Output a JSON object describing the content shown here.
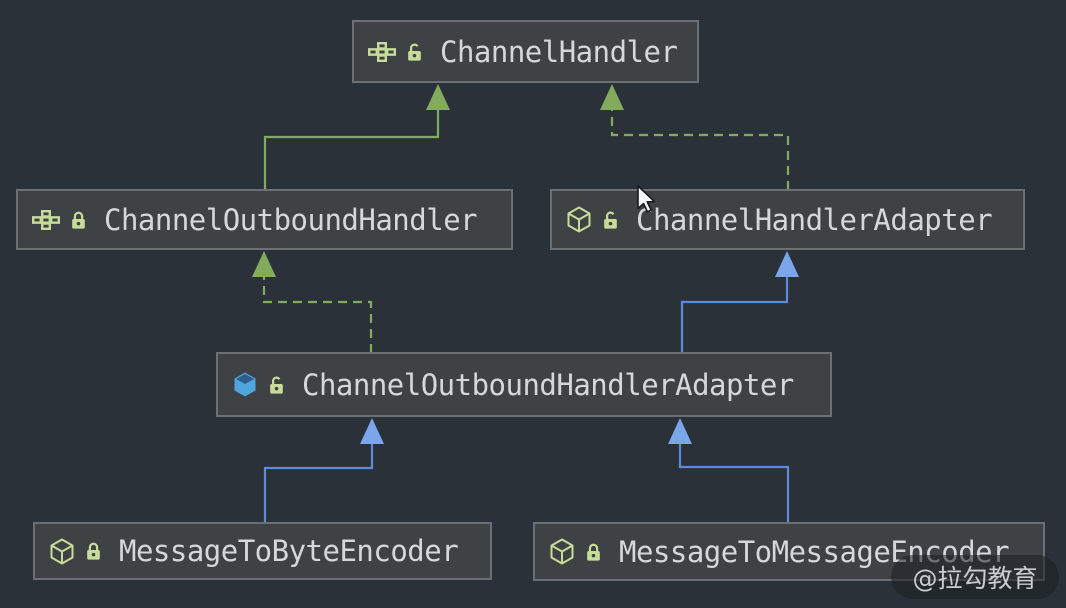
{
  "nodes": [
    {
      "label": "ChannelHandler",
      "kind": "interface",
      "icon": "interface-icon",
      "lock": "unlocked"
    },
    {
      "label": "ChannelOutboundHandler",
      "kind": "interface",
      "icon": "interface-icon",
      "lock": "locked"
    },
    {
      "label": "ChannelHandlerAdapter",
      "kind": "class",
      "icon": "class-icon",
      "lock": "unlocked"
    },
    {
      "label": "ChannelOutboundHandlerAdapter",
      "kind": "class",
      "icon": "class-icon-selected",
      "lock": "unlocked"
    },
    {
      "label": "MessageToByteEncoder",
      "kind": "class",
      "icon": "class-icon",
      "lock": "locked"
    },
    {
      "label": "MessageToMessageEncoder",
      "kind": "class",
      "icon": "class-icon",
      "lock": "locked"
    }
  ],
  "edges": [
    {
      "from": "ChannelOutboundHandler",
      "to": "ChannelHandler",
      "relationship": "extends",
      "line": "solid",
      "color": "green"
    },
    {
      "from": "ChannelHandlerAdapter",
      "to": "ChannelHandler",
      "relationship": "implements",
      "line": "dashed",
      "color": "green"
    },
    {
      "from": "ChannelOutboundHandlerAdapter",
      "to": "ChannelOutboundHandler",
      "relationship": "implements",
      "line": "dashed",
      "color": "green"
    },
    {
      "from": "ChannelOutboundHandlerAdapter",
      "to": "ChannelHandlerAdapter",
      "relationship": "extends",
      "line": "solid",
      "color": "blue"
    },
    {
      "from": "MessageToByteEncoder",
      "to": "ChannelOutboundHandlerAdapter",
      "relationship": "extends",
      "line": "solid",
      "color": "blue"
    },
    {
      "from": "MessageToMessageEncoder",
      "to": "ChannelOutboundHandlerAdapter",
      "relationship": "extends",
      "line": "solid",
      "color": "blue"
    }
  ],
  "watermark": {
    "text": "@拉勾教育"
  },
  "theme": {
    "bg": "#2b3138",
    "node-fill": "#3f4245",
    "node-border": "#6b7074",
    "text": "#d4d8dc",
    "line-green": "#82ab5e",
    "icon-green": "#c8dc9a",
    "line-blue": "#5a8cdb",
    "arrow-blue": "#7ca6ea",
    "icon-blue": "#4fa5dc",
    "icon-blue-dark": "#2b5f8a"
  }
}
